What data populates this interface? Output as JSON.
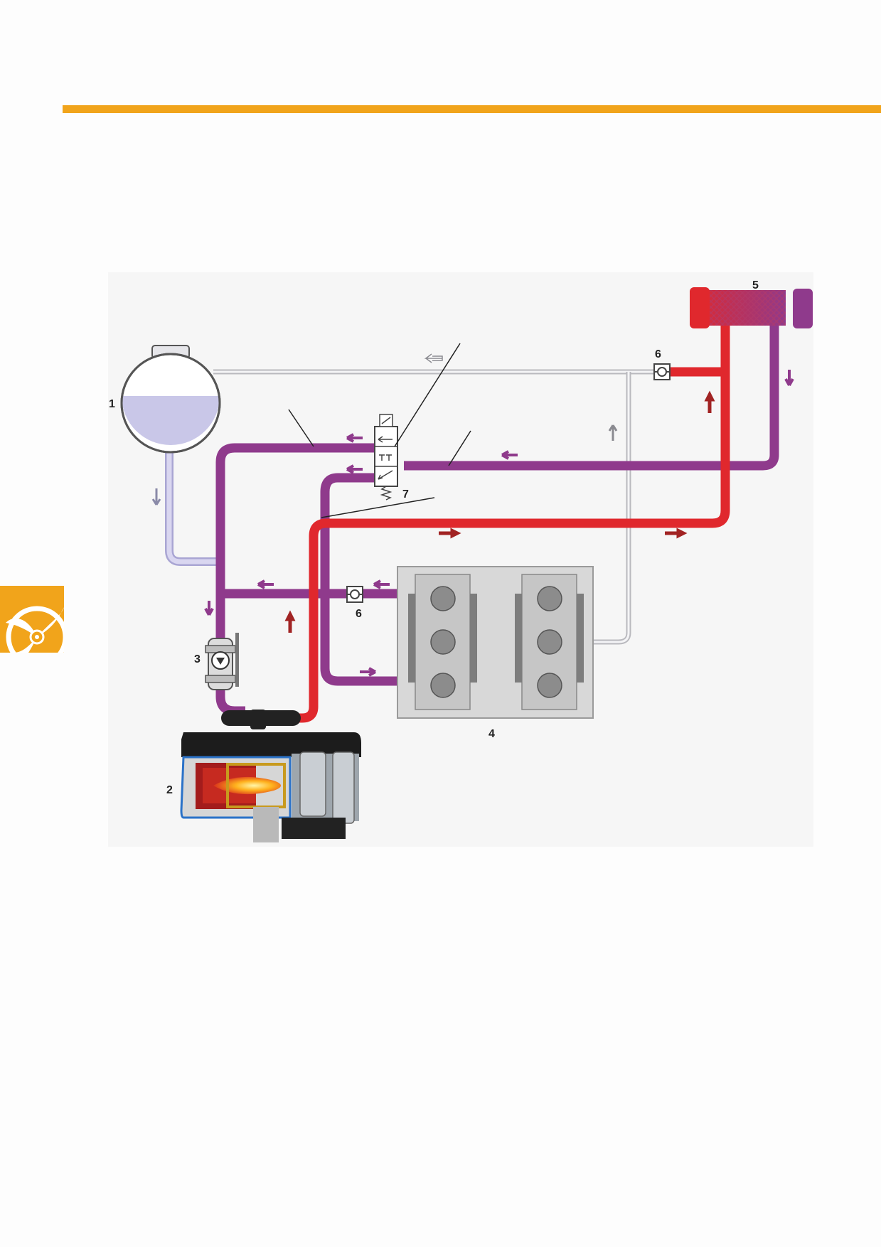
{
  "page": {
    "accent_color": "#f1a41b",
    "logo_icon": "fan-icon"
  },
  "diagram": {
    "colors": {
      "hot": "#e0282d",
      "return": "#8f3a8c",
      "vent": "#c9c9ce",
      "coolant": "#c9c7e8",
      "engine": "#d8d8d8"
    },
    "labels": {
      "expansion_tank": "1",
      "heater": "2",
      "pump": "3",
      "engine": "4",
      "heat_exchanger": "5",
      "check_valve_top": "6",
      "check_valve_mid": "6",
      "valve": "7"
    }
  }
}
